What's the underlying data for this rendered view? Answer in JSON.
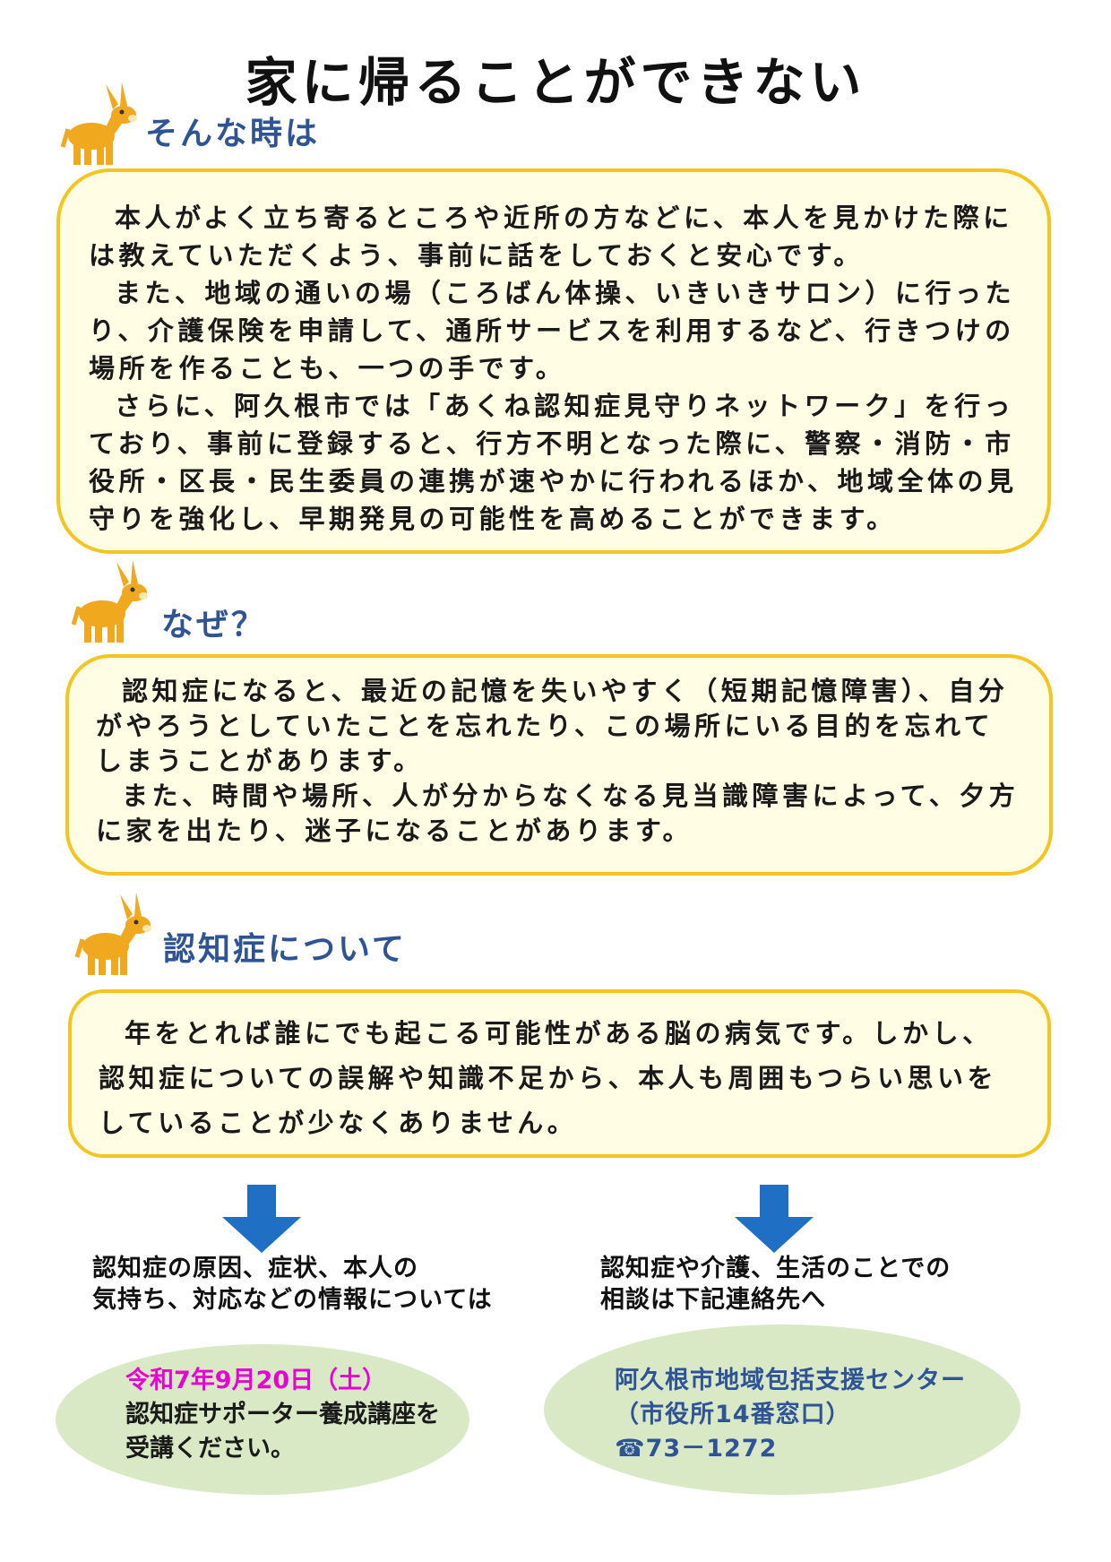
{
  "title": "家に帰ることができない",
  "sections": [
    {
      "heading": "そんな時は",
      "paragraphs": [
        "本人がよく立ち寄るところや近所の方などに、本人を見かけた際には教えていただくよう、事前に話をしておくと安心です。",
        "また、地域の通いの場（ころばん体操、いきいきサロン）に行ったり、介護保険を申請して、通所サービスを利用するなど、行きつけの場所を作ることも、一つの手です。",
        "さらに、阿久根市では「あくね認知症見守りネットワーク」を行っており、事前に登録すると、行方不明となった際に、警察・消防・市役所・区長・民生委員の連携が速やかに行われるほか、地域全体の見守りを強化し、早期発見の可能性を高めることができます。"
      ]
    },
    {
      "heading": "なぜ？",
      "paragraphs": [
        "認知症になると、最近の記憶を失いやすく（短期記憶障害）、自分がやろうとしていたことを忘れたり、この場所にいる目的を忘れてしまうことがあります。",
        "また、時間や場所、人が分からなくなる見当識障害によって、夕方に家を出たり、迷子になることがあります。"
      ]
    },
    {
      "heading": "認知症について",
      "paragraphs": [
        "年をとれば誰にでも起こる可能性がある脳の病気です。しかし、認知症についての誤解や知識不足から、本人も周囲もつらい思いをしていることが少なくありません。"
      ]
    }
  ],
  "left": {
    "note_lines": [
      "認知症の原因、症状、本人の",
      "気持ち、対応などの情報については"
    ],
    "date": "令和7年9月20日（土）",
    "lines": [
      "認知症サポーター養成講座を",
      "受講ください。"
    ]
  },
  "right": {
    "note_lines": [
      "認知症や介護、生活のことでの",
      "相談は下記連絡先へ"
    ],
    "lines": [
      "阿久根市地域包括支援センター",
      "（市役所14番窓口）",
      "☎73－1272"
    ]
  },
  "colors": {
    "heading": "#2f5496",
    "box_border": "#f4c41f",
    "box_fill": "#fffde4",
    "ellipse_fill": "#d9e9c6",
    "arrow": "#1f6fc5",
    "date": "#e600d2"
  },
  "icons": [
    "donkey-icon",
    "down-arrow-icon",
    "phone-icon"
  ]
}
